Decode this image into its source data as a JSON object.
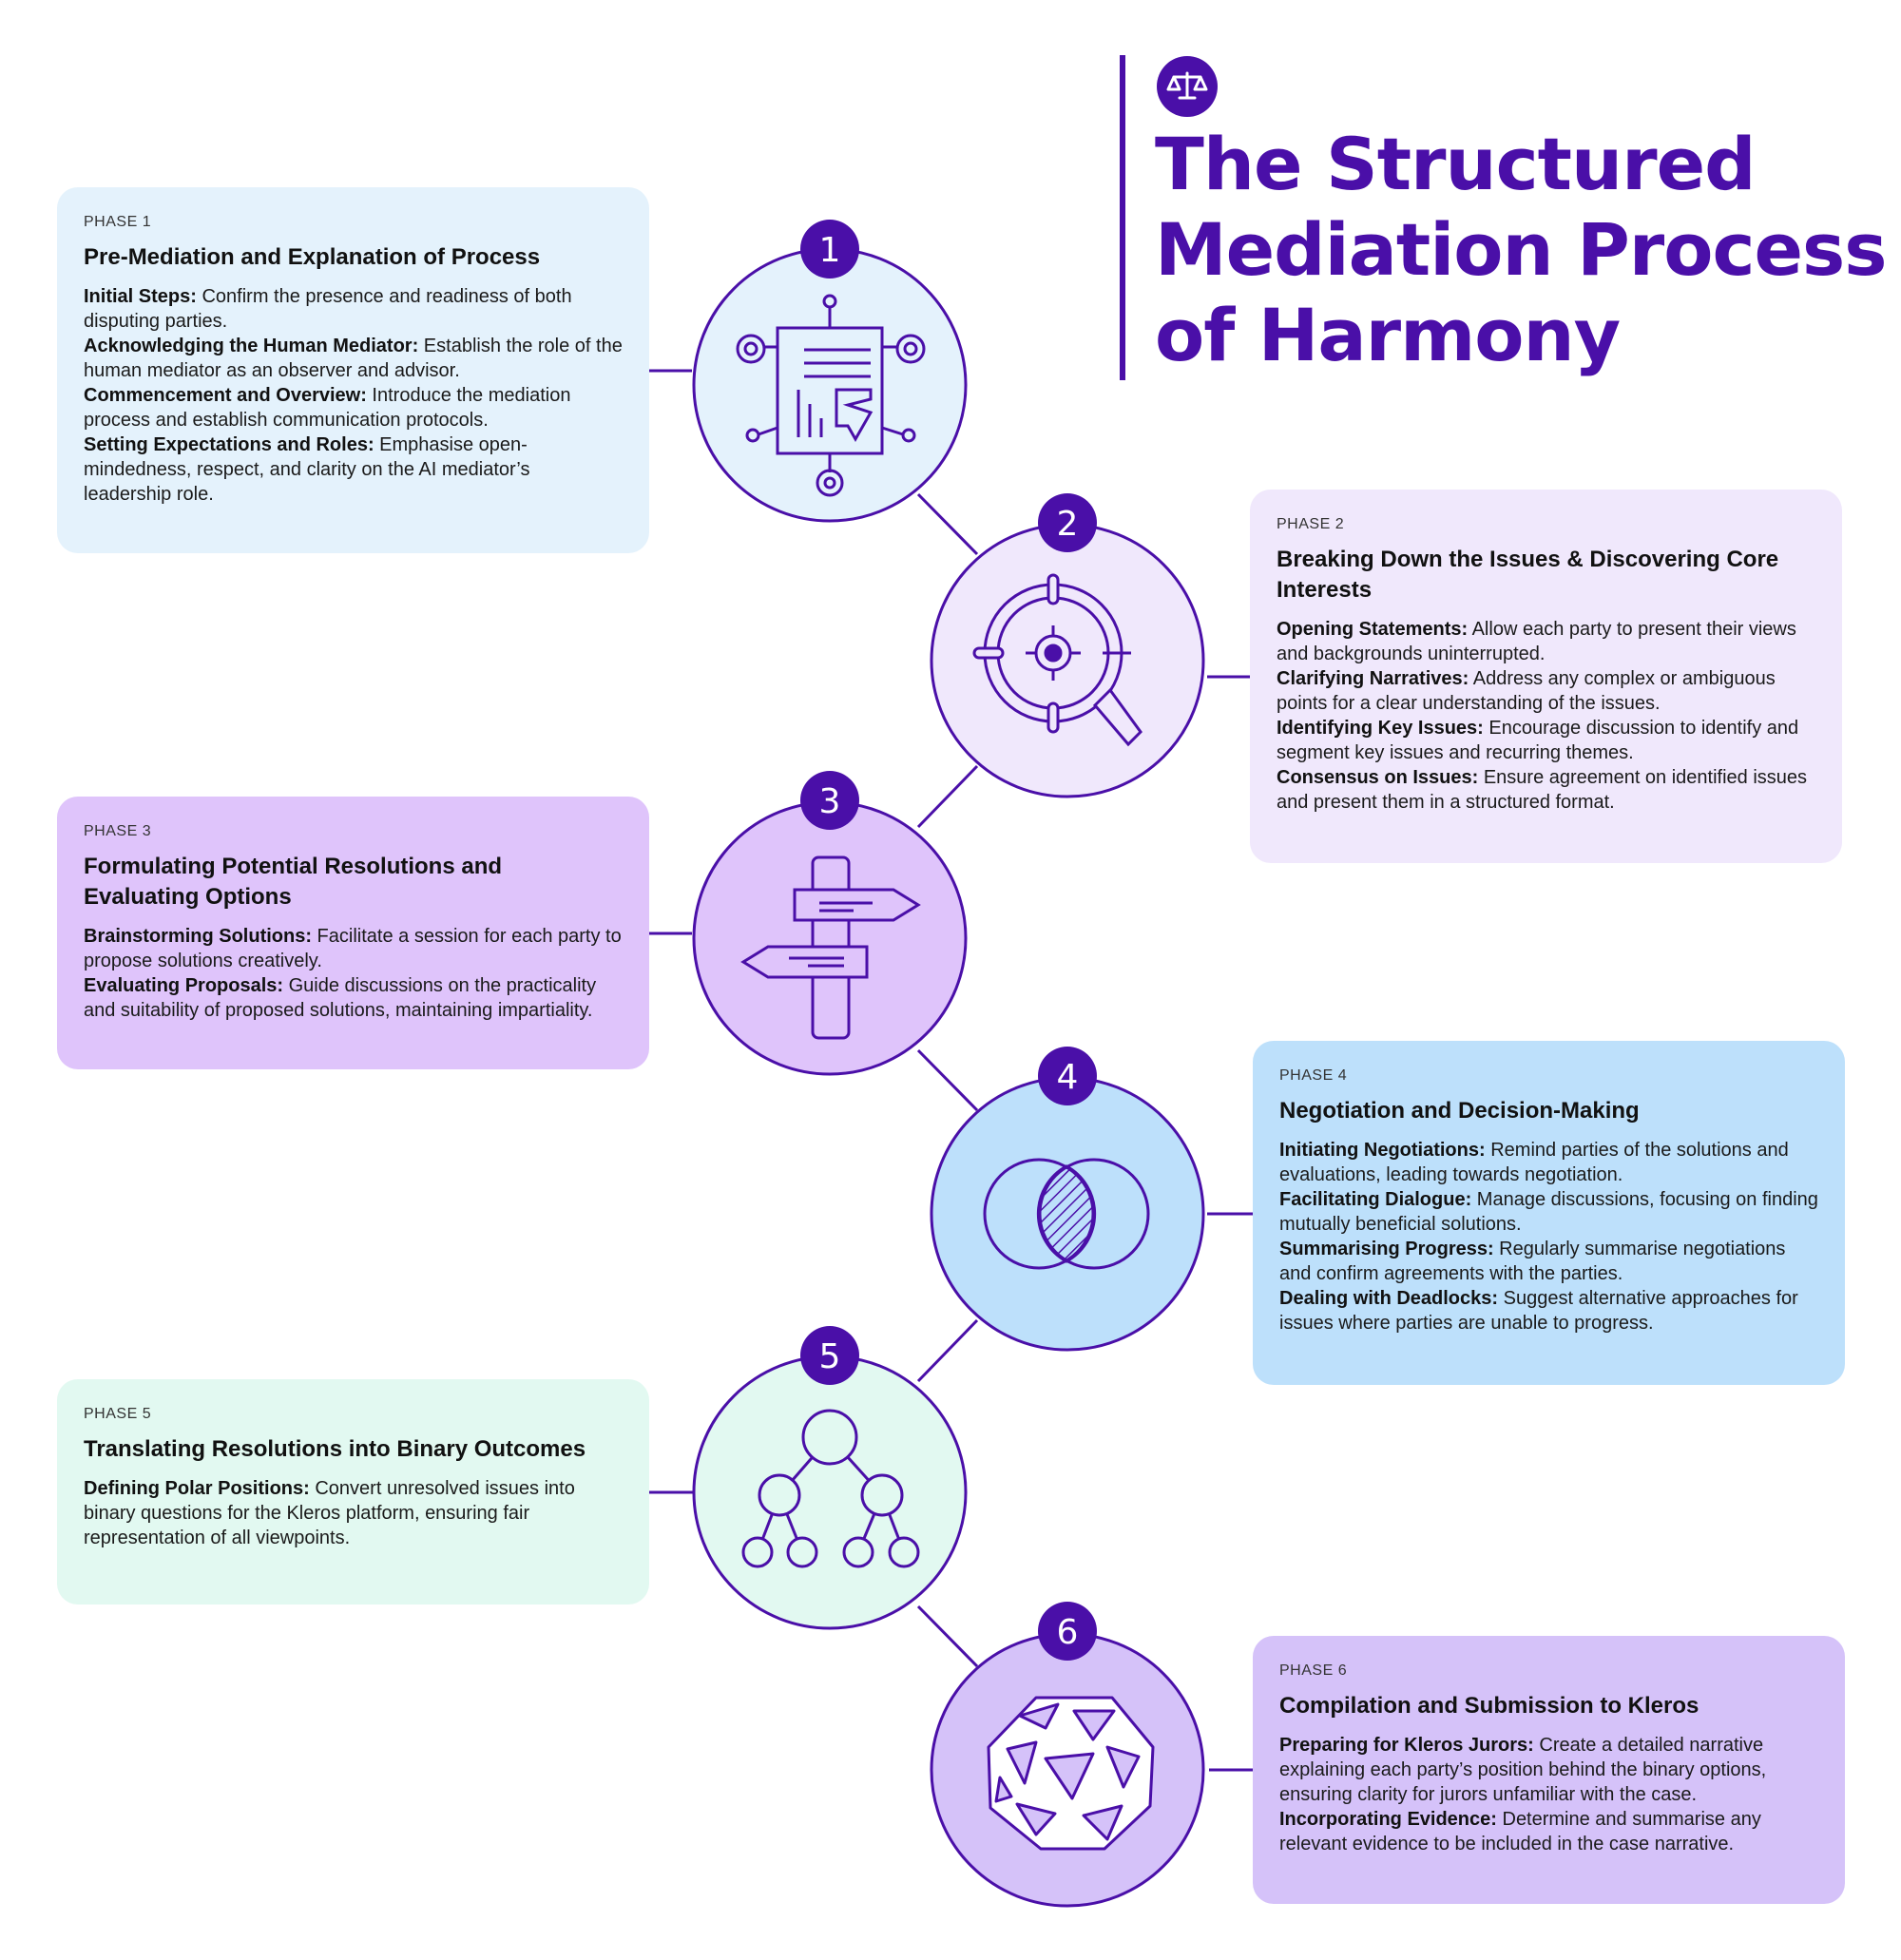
{
  "title": "The Structured\nMediation Process\nof Harmony",
  "logo_icon": "scales-of-justice-icon",
  "colors": {
    "accent": "#4a0fa8",
    "stroke": "#4a0fa8",
    "phase1_bg": "#e4f2fc",
    "phase2_bg": "#f0e8fc",
    "phase3_bg": "#dfc4fb",
    "phase4_bg": "#bde0fb",
    "phase5_bg": "#e2f9f1",
    "phase6_bg": "#d5c2f9"
  },
  "phases": [
    {
      "number": "1",
      "label": "PHASE 1",
      "title": "Pre-Mediation and Explanation of Process",
      "icon": "document-network-icon",
      "items": [
        {
          "term": "Initial Steps:",
          "text": " Confirm the presence and readiness of both disputing parties."
        },
        {
          "term": "Acknowledging the Human Mediator:",
          "text": " Establish the role of the human mediator as an observer and advisor."
        },
        {
          "term": "Commencement and Overview:",
          "text": " Introduce the mediation process and establish communication protocols."
        },
        {
          "term": "Setting Expectations and Roles:",
          "text": " Emphasise open-mindedness, respect, and clarity on the AI mediator’s leadership role."
        }
      ]
    },
    {
      "number": "2",
      "label": "PHASE 2",
      "title": "Breaking Down the Issues & Discovering Core Interests",
      "icon": "target-magnifier-icon",
      "items": [
        {
          "term": "Opening Statements:",
          "text": " Allow each party to present their views and backgrounds uninterrupted."
        },
        {
          "term": "Clarifying Narratives:",
          "text": " Address any complex or ambiguous points for a clear understanding of the issues."
        },
        {
          "term": "Identifying Key Issues:",
          "text": " Encourage discussion to identify and segment key issues and recurring themes."
        },
        {
          "term": "Consensus on Issues:",
          "text": " Ensure agreement on identified issues and present them in a structured format."
        }
      ]
    },
    {
      "number": "3",
      "label": "PHASE 3",
      "title": "Formulating Potential Resolutions and Evaluating Options",
      "icon": "signpost-icon",
      "items": [
        {
          "term": "Brainstorming Solutions:",
          "text": " Facilitate a session for each party to propose solutions creatively."
        },
        {
          "term": "Evaluating Proposals:",
          "text": " Guide discussions on the practicality and suitability of proposed solutions, maintaining impartiality."
        }
      ]
    },
    {
      "number": "4",
      "label": "PHASE 4",
      "title": "Negotiation and Decision-Making",
      "icon": "venn-diagram-icon",
      "items": [
        {
          "term": "Initiating Negotiations:",
          "text": " Remind parties of the solutions and evaluations, leading towards negotiation."
        },
        {
          "term": "Facilitating Dialogue:",
          "text": " Manage discussions, focusing on finding mutually beneficial solutions."
        },
        {
          "term": "Summarising Progress:",
          "text": " Regularly summarise negotiations and confirm agreements with the parties."
        },
        {
          "term": "Dealing with Deadlocks:",
          "text": " Suggest alternative approaches for issues where parties are unable to progress."
        }
      ]
    },
    {
      "number": "5",
      "label": "PHASE 5",
      "title": "Translating Resolutions into Binary Outcomes",
      "icon": "binary-tree-icon",
      "items": [
        {
          "term": "Defining Polar Positions:",
          "text": " Convert unresolved issues into binary questions for the Kleros platform, ensuring fair representation of all viewpoints."
        }
      ]
    },
    {
      "number": "6",
      "label": "PHASE 6",
      "title": "Compilation and Submission to Kleros",
      "icon": "kleros-polyhedron-icon",
      "items": [
        {
          "term": "Preparing for Kleros Jurors:",
          "text": " Create a detailed narrative explaining each party’s position behind the binary options, ensuring clarity for jurors unfamiliar with the case."
        },
        {
          "term": "Incorporating Evidence:",
          "text": " Determine and summarise any relevant evidence to be included in the case narrative."
        }
      ]
    }
  ]
}
